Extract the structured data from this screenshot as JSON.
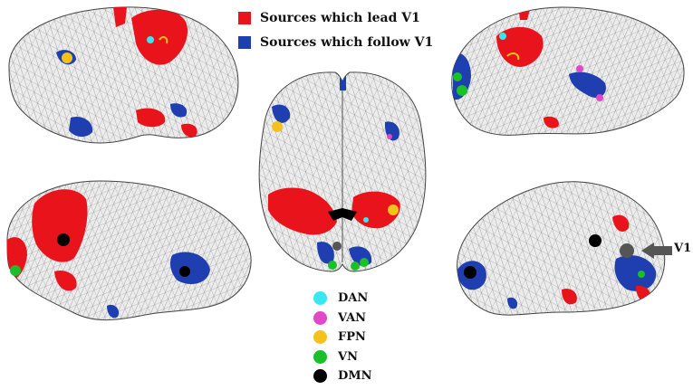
{
  "legend_sources": [
    {
      "label": "Sources which lead V1",
      "color": "#e8131b"
    },
    {
      "label": "Sources which follow V1",
      "color": "#1f3fb0"
    }
  ],
  "legend_networks": [
    {
      "label": "DAN",
      "color": "#38e8f0"
    },
    {
      "label": "VAN",
      "color": "#e048c8"
    },
    {
      "label": "FPN",
      "color": "#f4c21a"
    },
    {
      "label": "VN",
      "color": "#19c02a"
    },
    {
      "label": "DMN",
      "color": "#000000"
    }
  ],
  "annotation": {
    "v1_label": "V1",
    "arrow_color": "#555555"
  },
  "views": [
    "left-lateral-brain",
    "right-lateral-brain",
    "ventral-brain",
    "left-medial-brain",
    "right-medial-brain"
  ],
  "colors": {
    "mesh_fill": "#ececec",
    "mesh_line": "#8a8a8a",
    "outline": "#444444"
  }
}
